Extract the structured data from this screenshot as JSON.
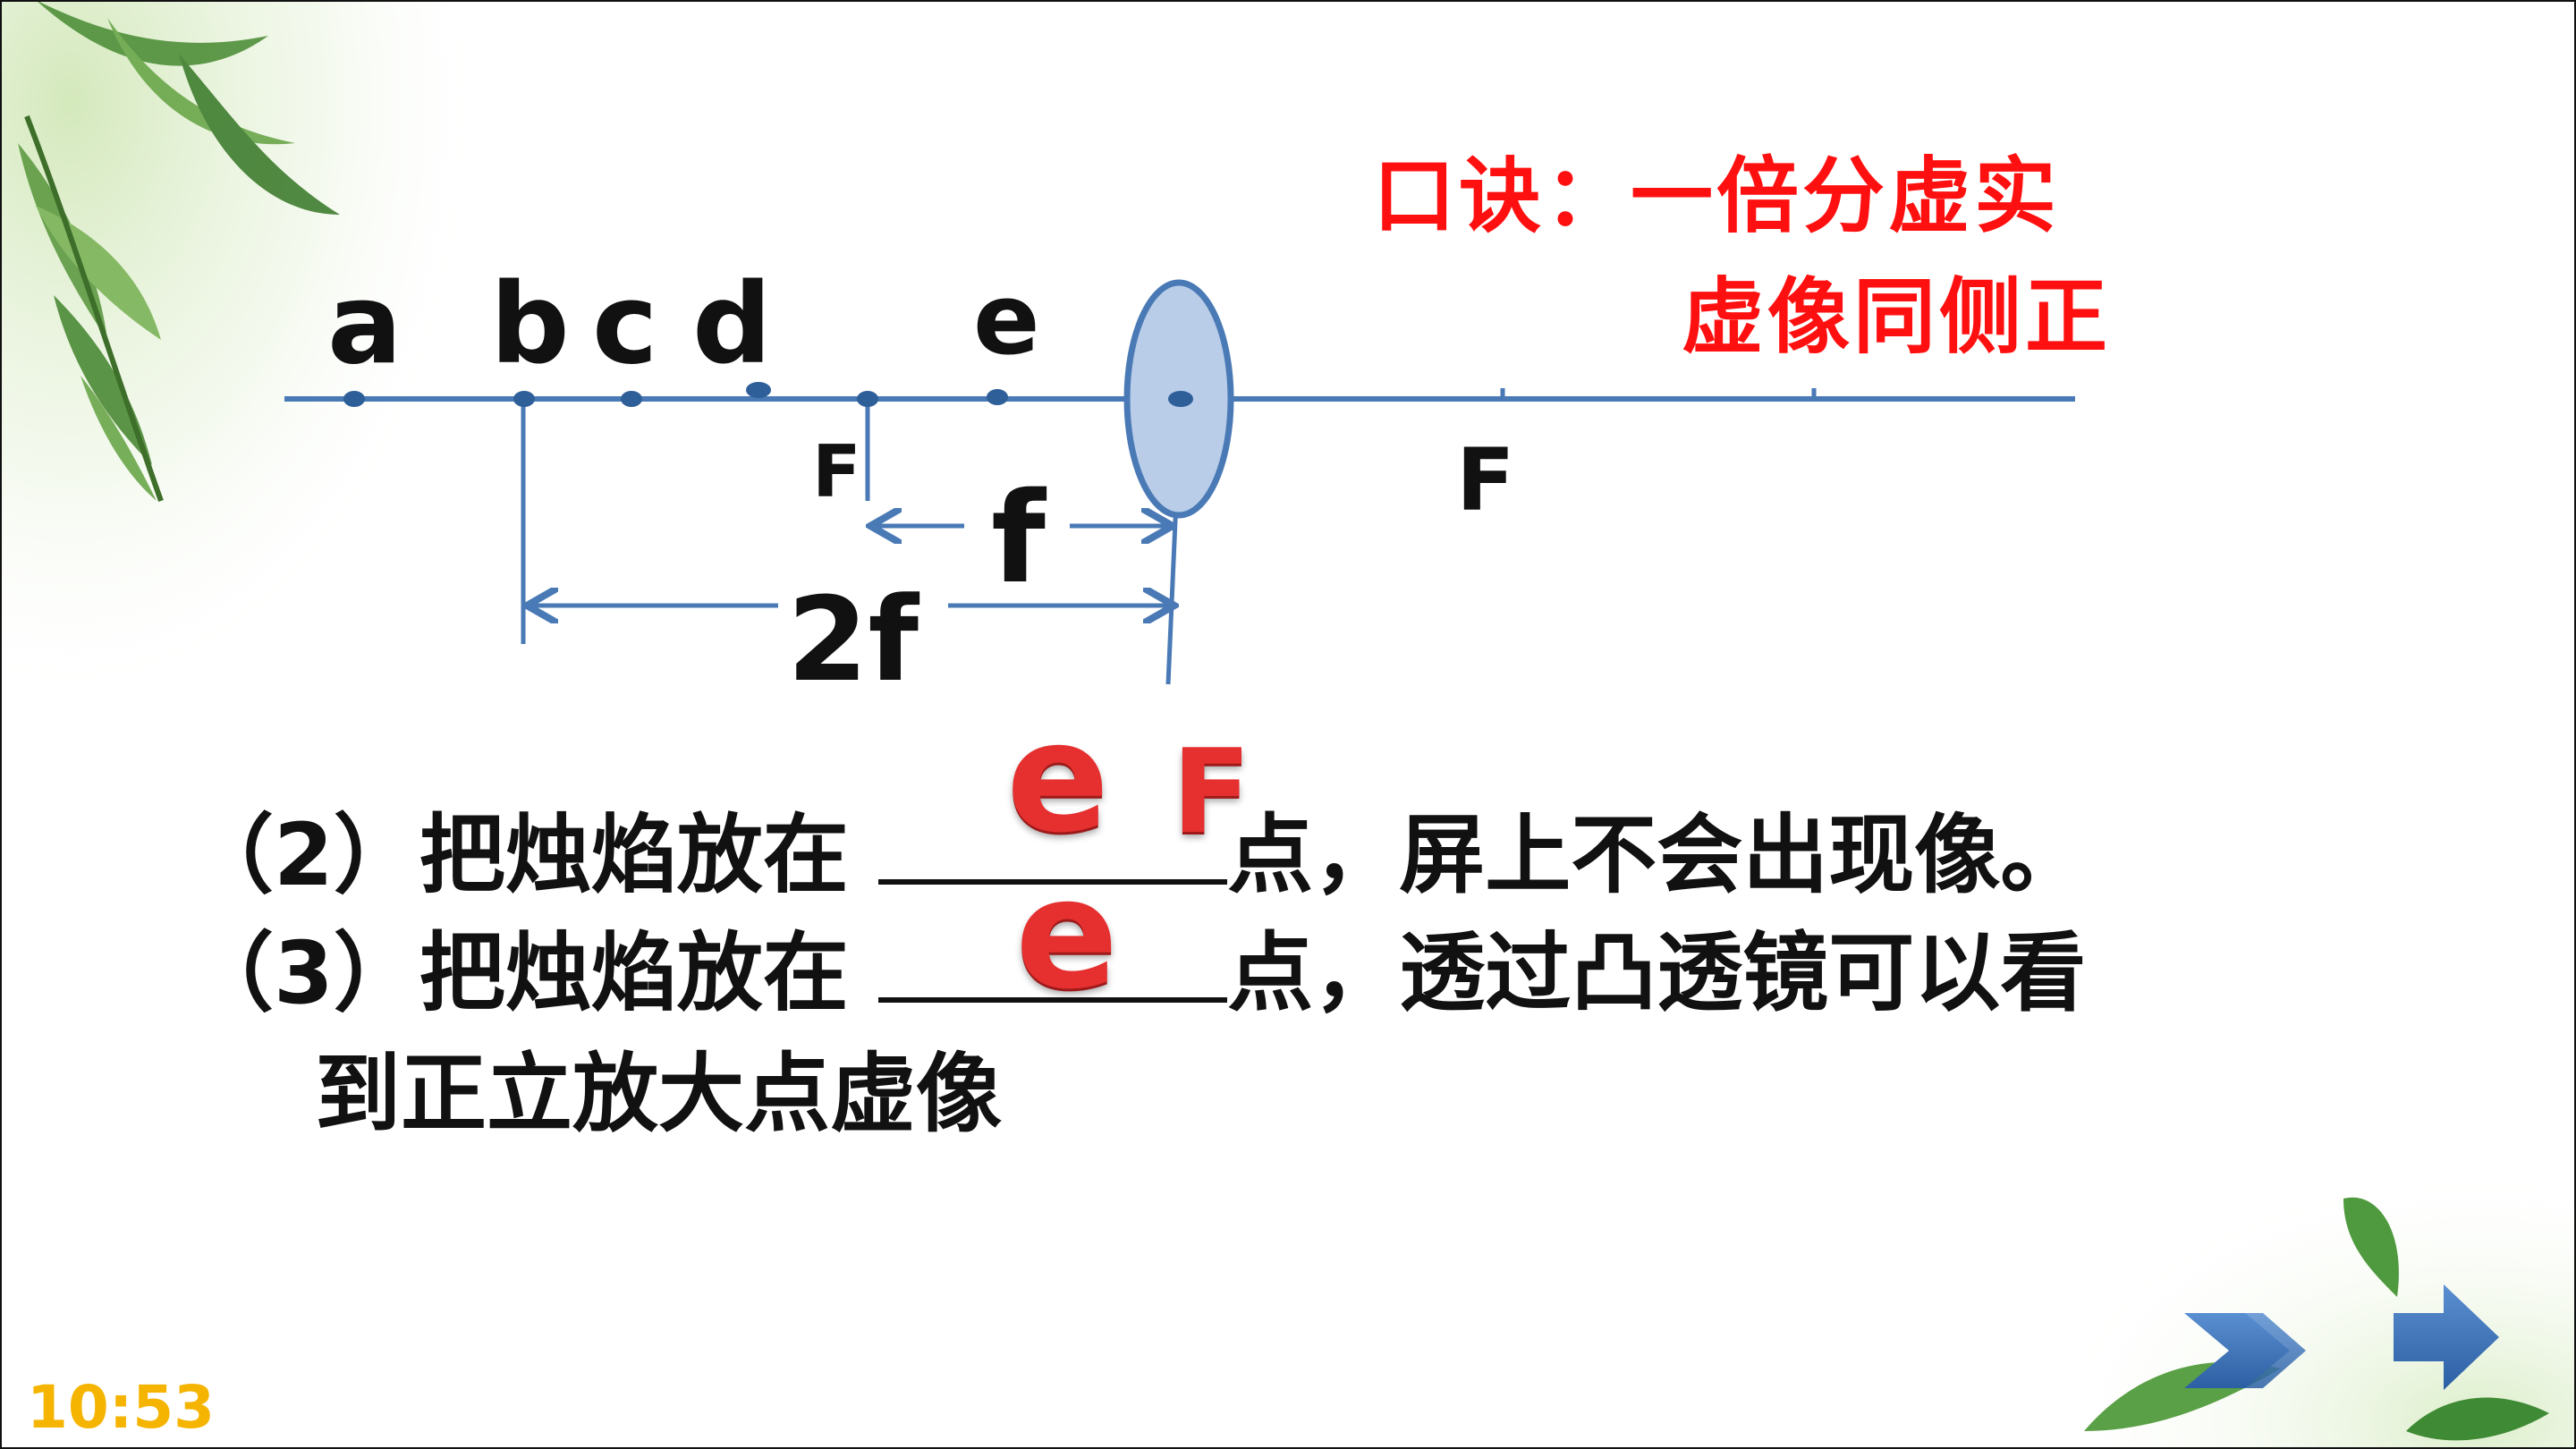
{
  "mnemonic": {
    "line1": "口诀：一倍分虚实",
    "line2": "虚像同侧正"
  },
  "diagram": {
    "point_labels": [
      "a",
      "b",
      "c",
      "d",
      "e"
    ],
    "focal_left": "F",
    "focal_right": "F",
    "f_label": "f",
    "twof_label": "2f"
  },
  "questions": {
    "q2_prefix": "（2）把烛焰放在",
    "q2_suffix": "点，屏上不会出现像。",
    "q3_prefix": "（3）把烛焰放在",
    "q3_suffix": "点，透过凸透镜可以看",
    "q3_line2": "到正立放大点虚像"
  },
  "answers": {
    "q2_a": "e",
    "q2_b": "F",
    "q3_a": "e"
  },
  "clock": "10:53",
  "colors": {
    "axis": "#4a7ab5",
    "lens_fill": "#b9cde9",
    "mnemonic": "#ff1010",
    "answer": "#e63030",
    "clock": "#f5b400"
  }
}
